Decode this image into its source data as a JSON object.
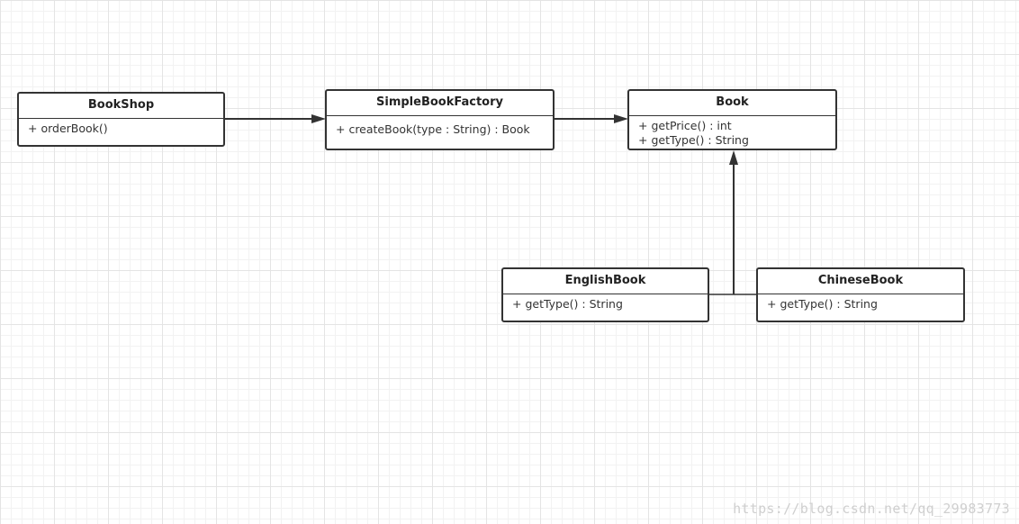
{
  "classes": {
    "bookshop": {
      "name": "BookShop",
      "methods": [
        "+ orderBook()"
      ]
    },
    "factory": {
      "name": "SimpleBookFactory",
      "methods": [
        "+ createBook(type : String) : Book"
      ]
    },
    "book": {
      "name": "Book",
      "methods": [
        "+ getPrice() : int",
        "+ getType() : String"
      ]
    },
    "englishbook": {
      "name": "EnglishBook",
      "methods": [
        "+ getType() : String"
      ]
    },
    "chinesebook": {
      "name": "ChineseBook",
      "methods": [
        "+ getType() : String"
      ]
    }
  },
  "watermark": "https://blog.csdn.net/qq_29983773",
  "colors": {
    "stroke": "#333333",
    "grid": "#e4e4e4",
    "watermark": "#cfcfcf"
  }
}
